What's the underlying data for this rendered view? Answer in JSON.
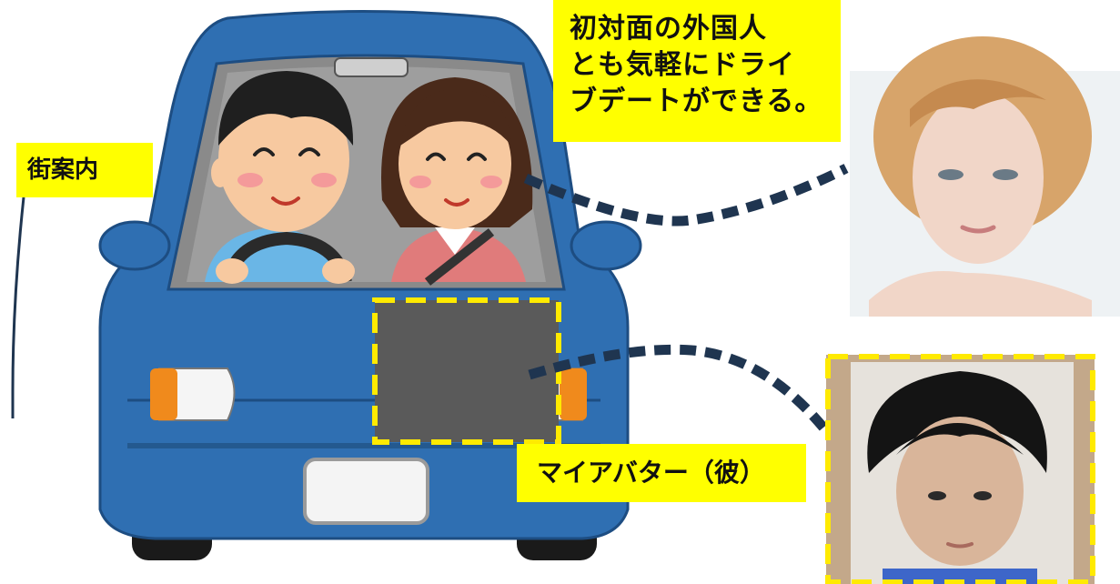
{
  "labels": {
    "city_tour": "街案内",
    "top_caption_lines": [
      "初対面の外国人",
      "とも気軽にドライ",
      "ブデートができる。"
    ],
    "my_avatar": "マイアバター（彼）"
  },
  "icons": {
    "car": "car-illustration",
    "woman_photo": "woman-portrait-photo",
    "man_photo": "man-portrait-photo"
  },
  "colors": {
    "car_body": "#2f6fb2",
    "label_bg": "#ffff00",
    "dotted_line": "#1f3550",
    "avatar_dash": "#f0e000"
  }
}
